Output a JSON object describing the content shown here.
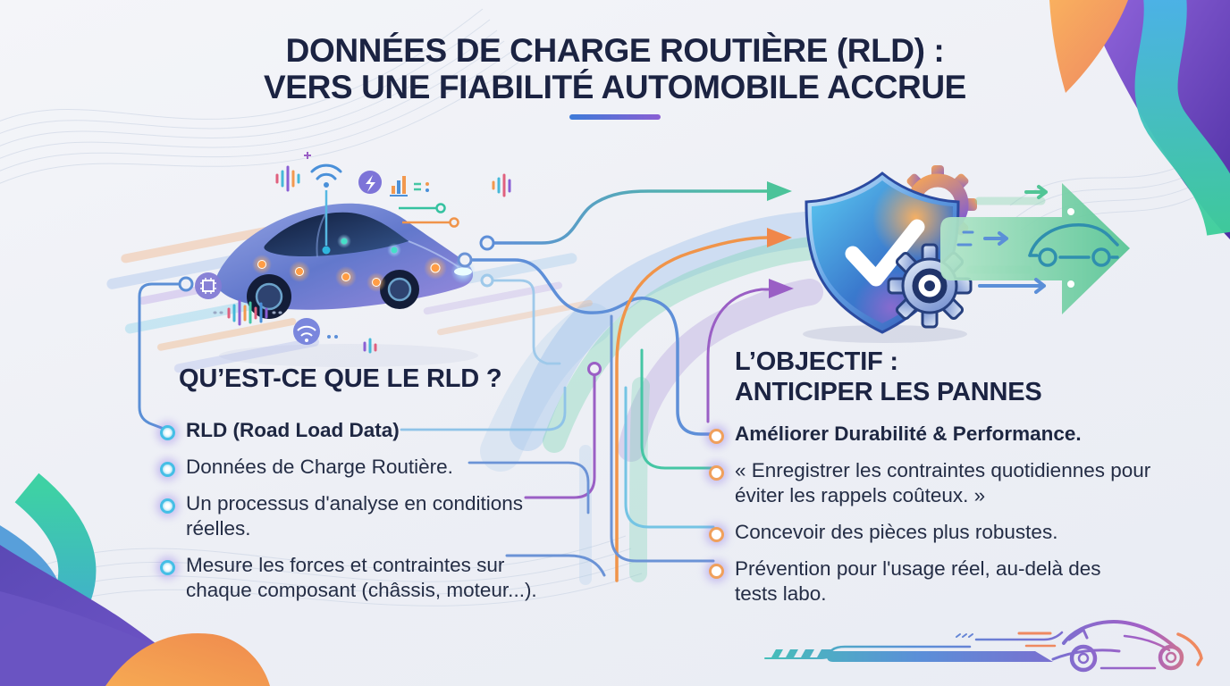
{
  "title": {
    "line1": "DONNÉES DE CHARGE ROUTIÈRE (RLD) :",
    "line2": "VERS UNE FIABILITÉ AUTOMOBILE ACCRUE"
  },
  "left_section": {
    "heading": "QU’EST-CE QUE LE RLD ?",
    "bullets": [
      {
        "text": "RLD (Road Load Data)",
        "emphasis": true
      },
      {
        "text": "Données de Charge Routière.",
        "emphasis": false
      },
      {
        "text": "Un processus d'analyse en conditions réelles.",
        "emphasis": false
      },
      {
        "text": "Mesure les forces et contraintes sur chaque composant (châssis, moteur...).",
        "emphasis": false
      }
    ]
  },
  "right_section": {
    "heading_line1": "L’OBJECTIF :",
    "heading_line2": "ANTICIPER LES PANNES",
    "bullets": [
      {
        "text": "Améliorer Durabilité & Performance.",
        "emphasis": true
      },
      {
        "text": "« Enregistrer les contraintes quotidiennes pour éviter les rappels coûteux. »",
        "emphasis": false
      },
      {
        "text": "Concevoir des pièces plus robustes.",
        "emphasis": false
      },
      {
        "text": "Prévention pour l'usage réel, au-delà des tests labo.",
        "emphasis": false
      }
    ]
  },
  "illustrations": {
    "left": "connected-car-telemetry-illustration",
    "right": "shield-check-gears-arrow-car-illustration",
    "bottom_right": "speeding-car-line-art"
  },
  "colors": {
    "background": "#EDEFF5",
    "heading_navy": "#1B2342",
    "body_text": "#242D45",
    "accent_blue": "#5E8FD8",
    "accent_teal": "#45C6A4",
    "accent_cyan": "#62C1E5",
    "accent_orange": "#F0944A",
    "accent_purple": "#9A5FC5",
    "underline_gradient_start": "#3D7BD8",
    "underline_gradient_end": "#8A5FD4",
    "left_bullet_dot": "#45BFE6",
    "right_bullet_dot": "#F0A05C"
  }
}
